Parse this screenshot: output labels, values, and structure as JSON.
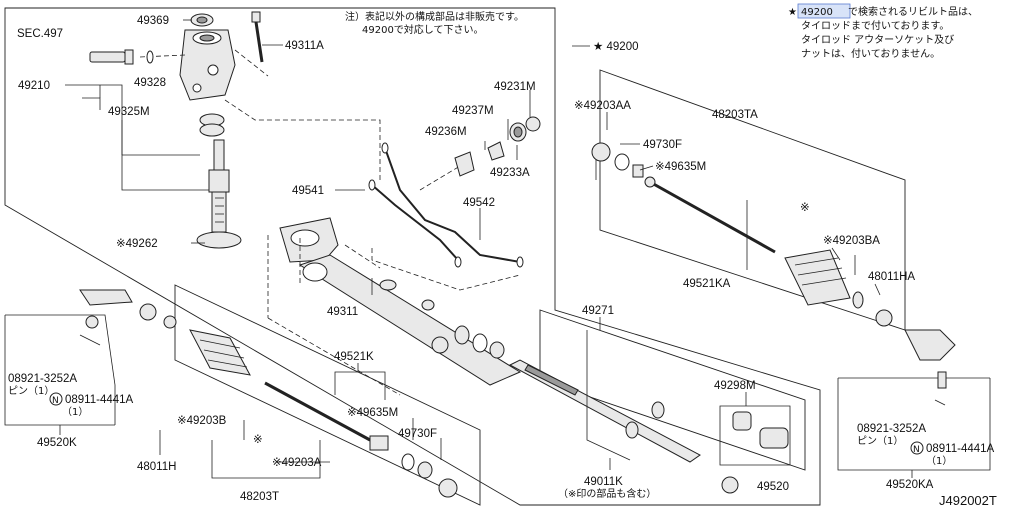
{
  "diagram_id": "J492002T",
  "notes": {
    "main_line1": "注）表記以外の構成部品は非販売です。",
    "main_line2": "49200で対応して下さい。",
    "rebuilt_prefix": "★",
    "rebuilt_highlight": "49200",
    "rebuilt_line1_rest": "で検索されるリビルト品は、",
    "rebuilt_line2": "タイロッドまで付いております。",
    "rebuilt_line3": "タイロッド アウターソケット及び",
    "rebuilt_line4": "ナットは、付いておりません。"
  },
  "labels": {
    "sec497": "SEC.497",
    "p49369": "49369",
    "p49311A": "49311A",
    "p49328": "49328",
    "p49210": "49210",
    "p49325M": "49325M",
    "p49200": "★ 49200",
    "p49231M": "49231M",
    "p49237M": "49237M",
    "p49236M": "49236M",
    "p49233A": "49233A",
    "p49541": "49541",
    "p49542": "49542",
    "p49262": "※49262",
    "p49311": "49311",
    "p49203AA": "※49203AA",
    "p48203TA": "48203TA",
    "p49730F_r": "49730F",
    "p49635M_r": "※49635M",
    "p49521KA": "49521KA",
    "p49203BA": "※49203BA",
    "p48011HA": "48011HA",
    "p49271": "49271",
    "p08921_l": "08921-3252A",
    "pin_l": "ピン（1）",
    "p08911_l": "08911-4441A",
    "qty_l": "（1）",
    "p49520K": "49520K",
    "p48011H": "48011H",
    "p49203B": "※49203B",
    "p49521K": "49521K",
    "p49635M_l": "※49635M",
    "p49730F_l": "49730F",
    "p49203A": "※49203A",
    "p48203T": "48203T",
    "p49011K": "49011K",
    "p49011K_note": "（※印の部品も含む）",
    "p49298M": "49298M",
    "p49520": "49520",
    "p08921_r": "08921-3252A",
    "pin_r": "ピン（1）",
    "p08911_r": "08911-4441A",
    "qty_r": "（1）",
    "p49520KA": "49520KA",
    "mark_asterisk": "※",
    "circle_n": "N"
  }
}
